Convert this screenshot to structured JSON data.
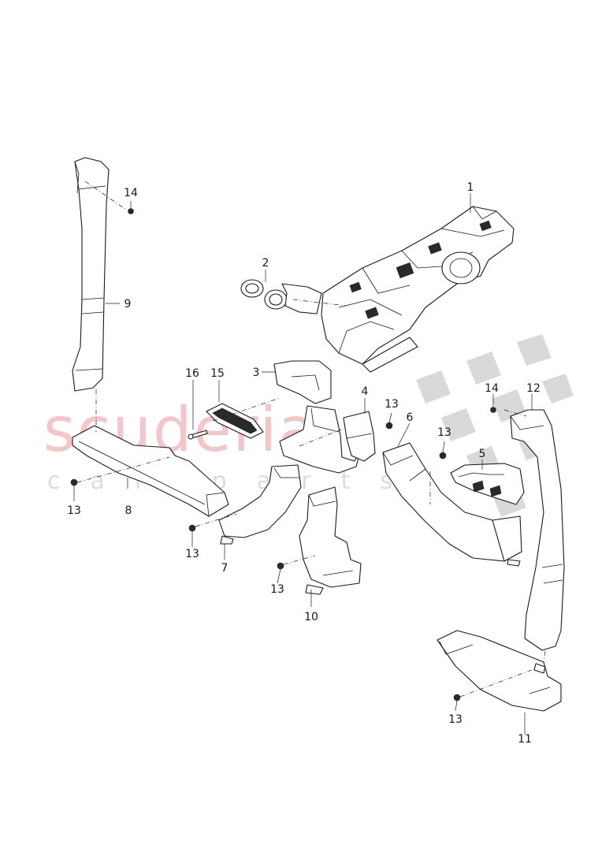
{
  "watermark": {
    "brand": "scuderia",
    "tagline": "car parts",
    "brand_color": "#f5c6c9",
    "flag_color": "#d9d9d9"
  },
  "callouts": [
    {
      "id": "c1",
      "label": "1"
    },
    {
      "id": "c2",
      "label": "2"
    },
    {
      "id": "c3",
      "label": "3"
    },
    {
      "id": "c4",
      "label": "4"
    },
    {
      "id": "c5",
      "label": "5"
    },
    {
      "id": "c6",
      "label": "6"
    },
    {
      "id": "c7",
      "label": "7"
    },
    {
      "id": "c8",
      "label": "8"
    },
    {
      "id": "c9",
      "label": "9"
    },
    {
      "id": "c10",
      "label": "10"
    },
    {
      "id": "c11",
      "label": "11"
    },
    {
      "id": "c12",
      "label": "12"
    },
    {
      "id": "c13a",
      "label": "13"
    },
    {
      "id": "c13b",
      "label": "13"
    },
    {
      "id": "c13c",
      "label": "13"
    },
    {
      "id": "c13d",
      "label": "13"
    },
    {
      "id": "c13e",
      "label": "13"
    },
    {
      "id": "c13f",
      "label": "13"
    },
    {
      "id": "c14a",
      "label": "14"
    },
    {
      "id": "c14b",
      "label": "14"
    },
    {
      "id": "c15",
      "label": "15"
    },
    {
      "id": "c16",
      "label": "16"
    }
  ]
}
